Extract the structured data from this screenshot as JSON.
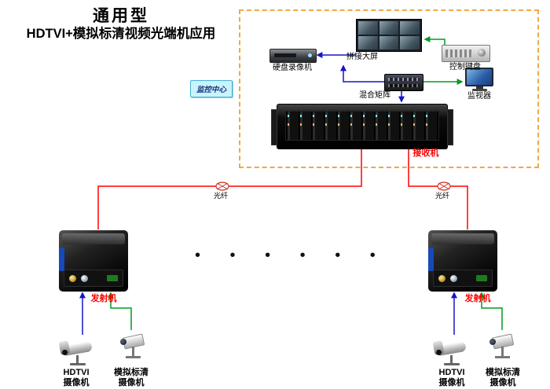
{
  "title": {
    "line1": "通用型",
    "line2": "HDTVI+模拟标清视频光端机应用"
  },
  "control_center_label": "监控中心",
  "center": {
    "dvr": "硬盘录像机",
    "video_wall": "拼接大屏",
    "keyboard": "控制键盘",
    "matrix": "混合矩阵",
    "monitor": "监视器",
    "receiver": "接收机"
  },
  "fiber": {
    "left": "光纤",
    "right": "光纤"
  },
  "left_site": {
    "transmitter": "发射机",
    "hdtvi_line1": "HDTVI",
    "hdtvi_line2": "摄像机",
    "analog_line1": "模拟标清",
    "analog_line2": "摄像机"
  },
  "right_site": {
    "transmitter": "发射机",
    "hdtvi_line1": "HDTVI",
    "hdtvi_line2": "摄像机",
    "analog_line1": "模拟标清",
    "analog_line2": "摄像机"
  },
  "ellipsis": "• • • • • •",
  "colors": {
    "fiber_red": "#ff0000",
    "video_blue": "#1515c8",
    "control_green": "#009b22",
    "dashed_border": "#eeaa44",
    "device_label_red": "#ff0000",
    "control_center_text": "#16337a"
  }
}
